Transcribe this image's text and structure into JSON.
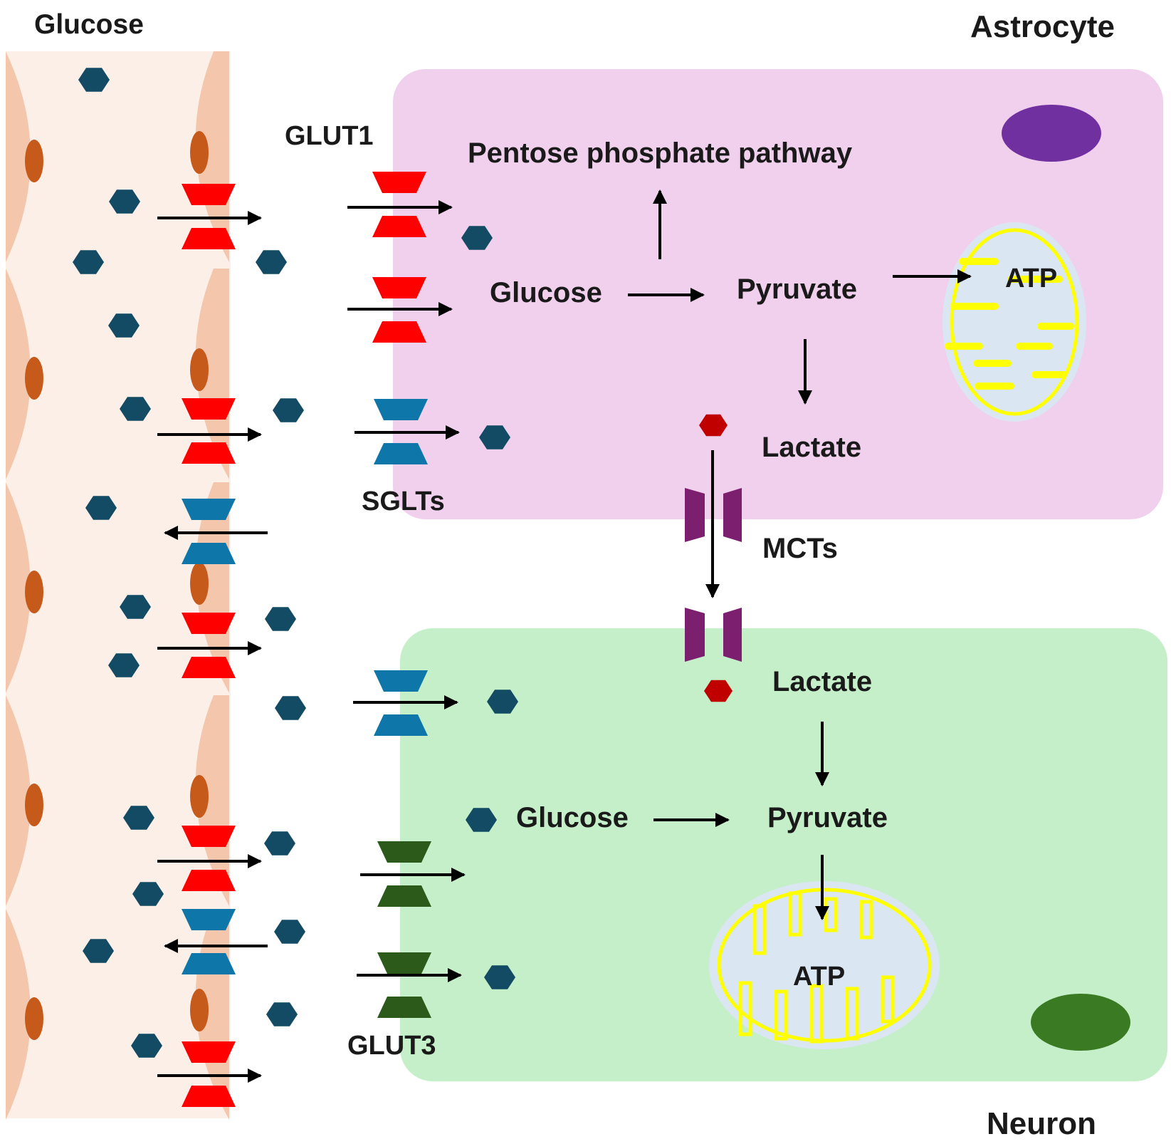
{
  "labels": {
    "glucose_outside": "Glucose",
    "astrocyte": "Astrocyte",
    "neuron": "Neuron",
    "glut1": "GLUT1",
    "sglts": "SGLTs",
    "glut3": "GLUT3",
    "mcts": "MCTs",
    "pentose_phosphate_pathway": "Pentose phosphate pathway",
    "astro_glucose": "Glucose",
    "astro_pyruvate": "Pyruvate",
    "astro_atp": "ATP",
    "astro_lactate": "Lactate",
    "neuron_lactate": "Lactate",
    "neuron_glucose": "Glucose",
    "neuron_pyruvate": "Pyruvate",
    "neuron_atp": "ATP"
  },
  "colors": {
    "endothelium_bg": "#fcefe8",
    "endothelial_cell": "#f4c7ad",
    "endothelial_nucleus": "#c55a1b",
    "astrocyte_bg": "#f1d0ed",
    "astrocyte_nucleus": "#7030a0",
    "neuron_bg": "#c5efc9",
    "neuron_nucleus": "#3a7a22",
    "glucose_molecule": "#124b63",
    "lactate_molecule": "#c00000",
    "glut1_transporter": "#ff0000",
    "sglt_transporter": "#0e76a8",
    "glut3_transporter": "#2b5a1b",
    "mct_transporter": "#7b1f6e",
    "mitochondrion_outer": "#dbe6f3",
    "mitochondrion_cristae": "#ffff00",
    "arrow": "#000000"
  }
}
